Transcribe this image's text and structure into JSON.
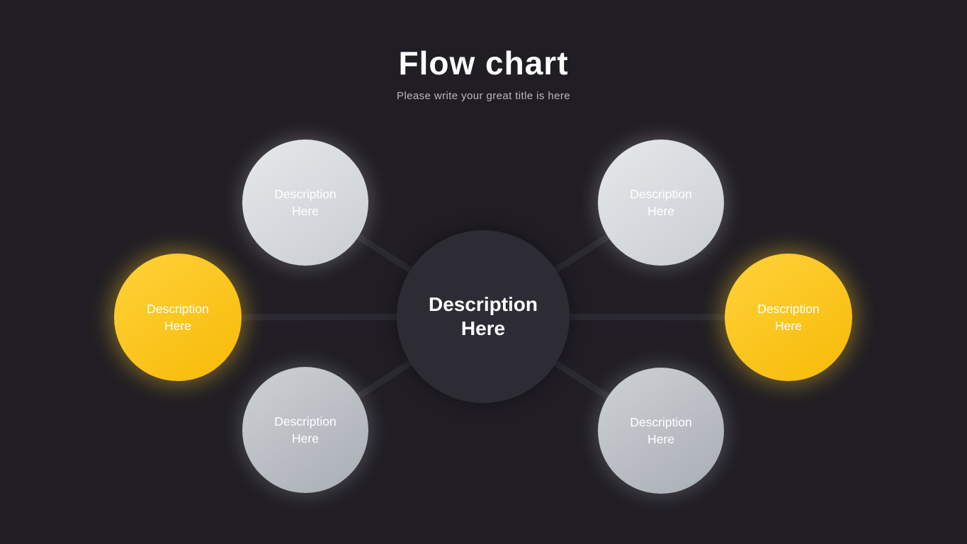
{
  "header": {
    "title": "Flow chart",
    "subtitle": "Please write your great title is here"
  },
  "center": {
    "label": "Description Here"
  },
  "nodes": [
    {
      "id": "top-left",
      "label": "Description Here",
      "style": "light-gray"
    },
    {
      "id": "top-right",
      "label": "Description Here",
      "style": "light-gray"
    },
    {
      "id": "left",
      "label": "Description Here",
      "style": "yellow"
    },
    {
      "id": "right",
      "label": "Description Here",
      "style": "yellow"
    },
    {
      "id": "bottom-left",
      "label": "Description Here",
      "style": "gray"
    },
    {
      "id": "bottom-right",
      "label": "Description Here",
      "style": "gray"
    }
  ],
  "colors": {
    "background": "#201e24",
    "center_circle": "#2d2b34",
    "connector_line": "#2b2932",
    "node_light_gray": "#d8dbdf",
    "node_gray": "#bcc0c6",
    "node_yellow": "#fcc41d",
    "title_text": "#ffffff",
    "subtitle_text": "#bab9be",
    "node_text": "#ffffff"
  }
}
